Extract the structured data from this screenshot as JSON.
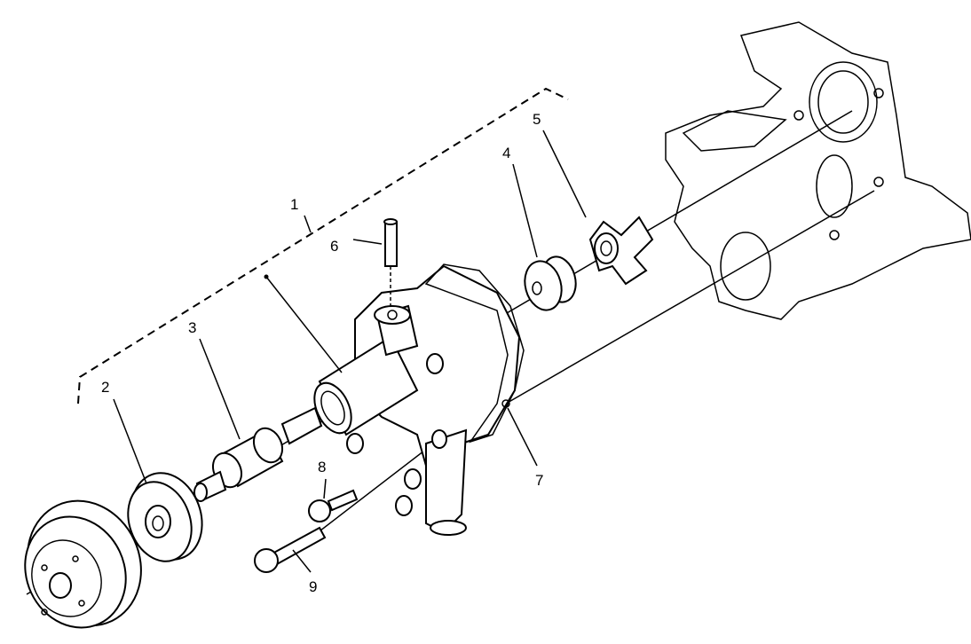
{
  "diagram": {
    "type": "exploded-view",
    "callouts": [
      {
        "id": "1",
        "text": "1"
      },
      {
        "id": "2",
        "text": "2"
      },
      {
        "id": "3",
        "text": "3"
      },
      {
        "id": "4",
        "text": "4"
      },
      {
        "id": "5",
        "text": "5"
      },
      {
        "id": "6",
        "text": "6"
      },
      {
        "id": "7",
        "text": "7"
      },
      {
        "id": "8",
        "text": "8"
      },
      {
        "id": "9",
        "text": "9"
      }
    ]
  }
}
